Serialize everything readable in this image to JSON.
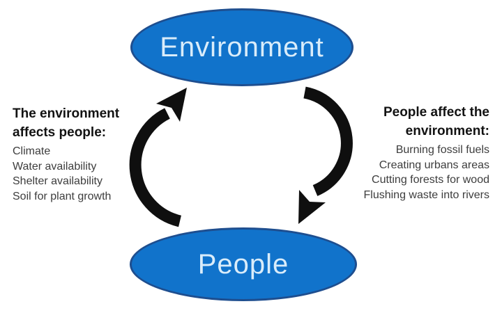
{
  "diagram": {
    "nodes": [
      {
        "id": "environment",
        "label": "Environment"
      },
      {
        "id": "people",
        "label": "People"
      }
    ],
    "left_panel": {
      "heading": "The environment affects people:",
      "items": [
        "Climate",
        "Water availability",
        "Shelter availability",
        "Soil for plant growth"
      ]
    },
    "right_panel": {
      "heading": "People affect the environment:",
      "items": [
        "Burning fossil fuels",
        "Creating urbans areas",
        "Cutting forests for wood",
        "Flushing waste into rivers"
      ]
    },
    "arrows": [
      {
        "id": "people-to-environment",
        "side": "left",
        "direction": "up"
      },
      {
        "id": "environment-to-people",
        "side": "right",
        "direction": "down"
      }
    ],
    "colors": {
      "background": "#ffffff",
      "node_fill": "#1173cb",
      "node_border": "#1e4e8f",
      "node_text": "#d9ecfa",
      "arrow": "#0f0f0f",
      "heading_text": "#121212",
      "body_text": "#3d3d3d"
    }
  }
}
